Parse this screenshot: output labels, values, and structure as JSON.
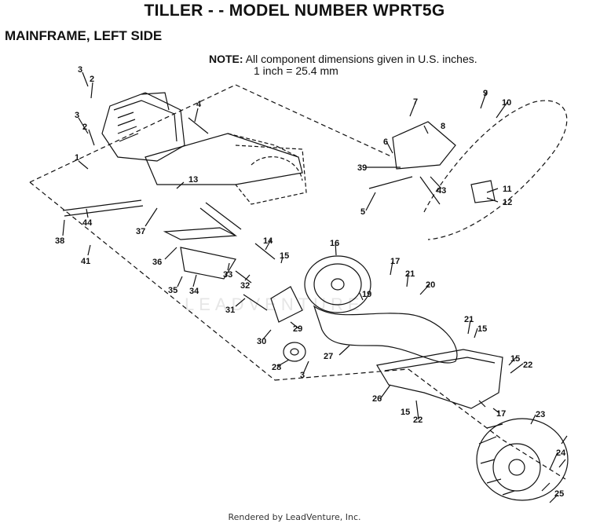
{
  "header": {
    "title": "TILLER - - MODEL NUMBER WPRT5G",
    "subtitle": "MAINFRAME, LEFT SIDE"
  },
  "note": {
    "label": "NOTE:",
    "line1": "All component dimensions given in U.S. inches.",
    "line2": "1 inch = 25.4 mm"
  },
  "watermark": "LEADVENTURE",
  "footer": "Rendered by LeadVenture, Inc.",
  "callouts": [
    "3",
    "2",
    "3",
    "2",
    "1",
    "4",
    "13",
    "37",
    "44",
    "38",
    "41",
    "36",
    "35",
    "34",
    "33",
    "32",
    "31",
    "14",
    "15",
    "16",
    "17",
    "7",
    "8",
    "9",
    "10",
    "6",
    "39",
    "43",
    "5",
    "11",
    "12",
    "21",
    "20",
    "19",
    "30",
    "29",
    "28",
    "3",
    "27",
    "21",
    "15",
    "15",
    "22",
    "26",
    "15",
    "17",
    "22",
    "23",
    "24",
    "25"
  ]
}
